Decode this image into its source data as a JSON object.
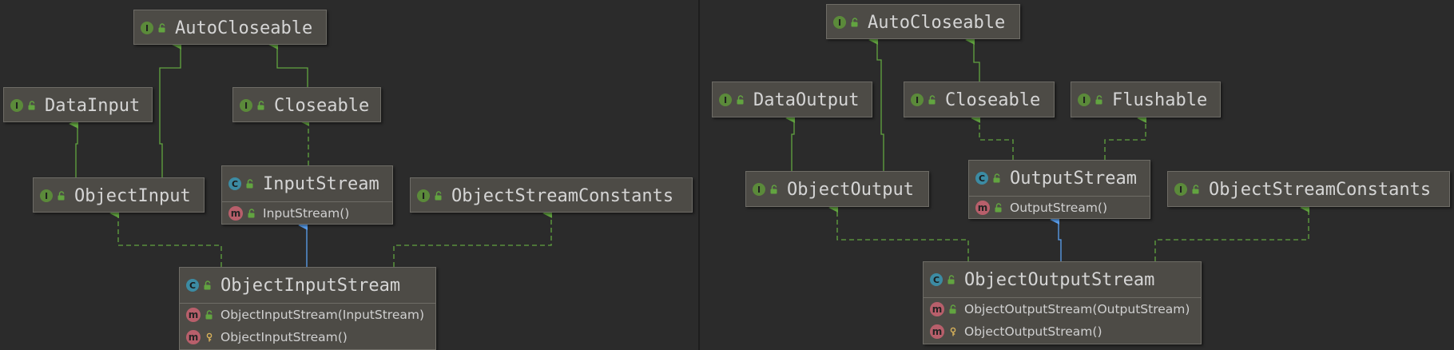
{
  "colors": {
    "background": "#2b2b2b",
    "node_fill": "#4d4b46",
    "node_border": "#6e6c66",
    "extends_arrow": "#5aa0f0",
    "implements_arrow": "#62a440",
    "interface_badge": "#5b8a3a",
    "class_badge": "#3c8ba3",
    "method_badge": "#b85f6b"
  },
  "left_diagram": {
    "nodes": {
      "autocloseable": {
        "name": "AutoCloseable",
        "kind": "interface",
        "badge": "I"
      },
      "datainput": {
        "name": "DataInput",
        "kind": "interface",
        "badge": "I"
      },
      "closeable": {
        "name": "Closeable",
        "kind": "interface",
        "badge": "I"
      },
      "objectinput": {
        "name": "ObjectInput",
        "kind": "interface",
        "badge": "I"
      },
      "inputstream": {
        "name": "InputStream",
        "kind": "abstract-class",
        "badge": "C",
        "methods": [
          {
            "name": "InputStream()",
            "badge": "m",
            "visibility": "public"
          }
        ]
      },
      "objectstreamconstants": {
        "name": "ObjectStreamConstants",
        "kind": "interface",
        "badge": "I"
      },
      "objectinputstream": {
        "name": "ObjectInputStream",
        "kind": "class",
        "badge": "C",
        "methods": [
          {
            "name": "ObjectInputStream(InputStream)",
            "badge": "m",
            "visibility": "public"
          },
          {
            "name": "ObjectInputStream()",
            "badge": "m",
            "visibility": "protected"
          }
        ]
      }
    }
  },
  "right_diagram": {
    "nodes": {
      "autocloseable": {
        "name": "AutoCloseable",
        "kind": "interface",
        "badge": "I"
      },
      "dataoutput": {
        "name": "DataOutput",
        "kind": "interface",
        "badge": "I"
      },
      "closeable": {
        "name": "Closeable",
        "kind": "interface",
        "badge": "I"
      },
      "flushable": {
        "name": "Flushable",
        "kind": "interface",
        "badge": "I"
      },
      "objectoutput": {
        "name": "ObjectOutput",
        "kind": "interface",
        "badge": "I"
      },
      "outputstream": {
        "name": "OutputStream",
        "kind": "abstract-class",
        "badge": "C",
        "methods": [
          {
            "name": "OutputStream()",
            "badge": "m",
            "visibility": "public"
          }
        ]
      },
      "objectstreamconstants": {
        "name": "ObjectStreamConstants",
        "kind": "interface",
        "badge": "I"
      },
      "objectoutputstream": {
        "name": "ObjectOutputStream",
        "kind": "class",
        "badge": "C",
        "methods": [
          {
            "name": "ObjectOutputStream(OutputStream)",
            "badge": "m",
            "visibility": "public"
          },
          {
            "name": "ObjectOutputStream()",
            "badge": "m",
            "visibility": "protected"
          }
        ]
      }
    }
  }
}
